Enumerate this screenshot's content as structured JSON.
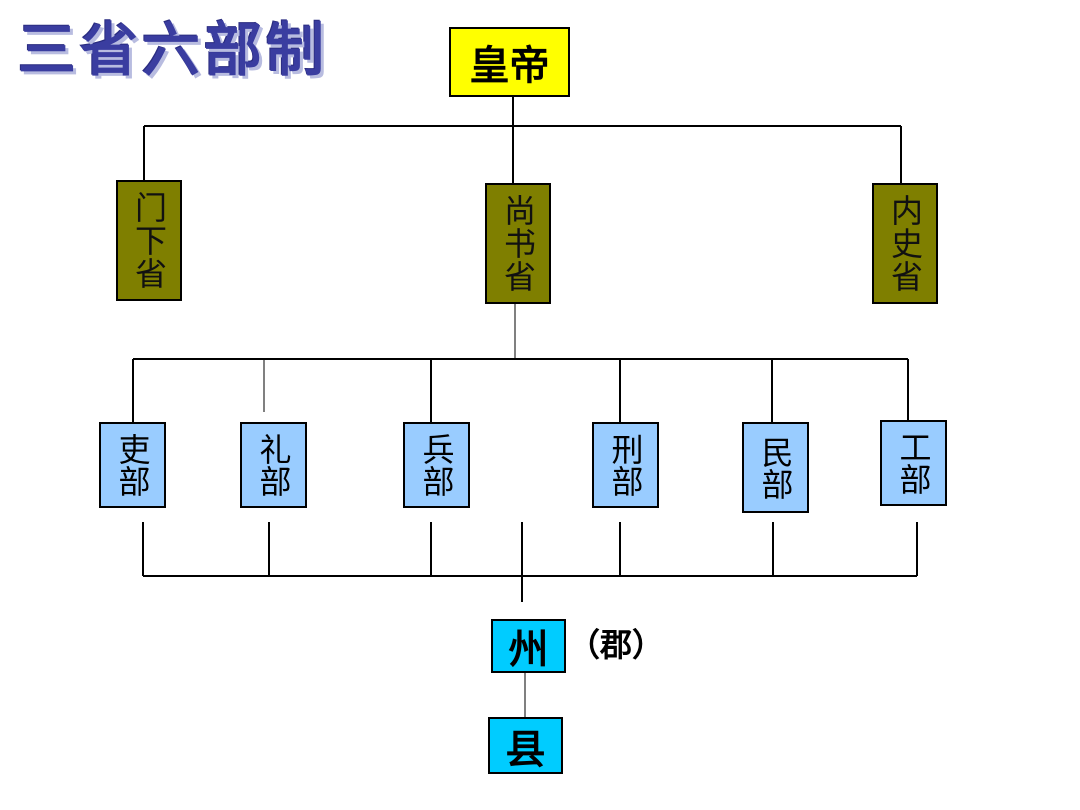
{
  "title": "三省六部制",
  "emperor": "皇帝",
  "provinces": [
    "门下省",
    "尚书省",
    "内史省"
  ],
  "ministries": [
    "吏部",
    "礼部",
    "兵部",
    "刑部",
    "民部",
    "工部"
  ],
  "zhou": "州",
  "zhou_note": "（郡）",
  "xian": "县",
  "colors": {
    "title": "#3a3da0",
    "emperor": "#ffff00",
    "province": "#7f7f00",
    "ministry": "#99ccff",
    "local": "#00ccff"
  }
}
